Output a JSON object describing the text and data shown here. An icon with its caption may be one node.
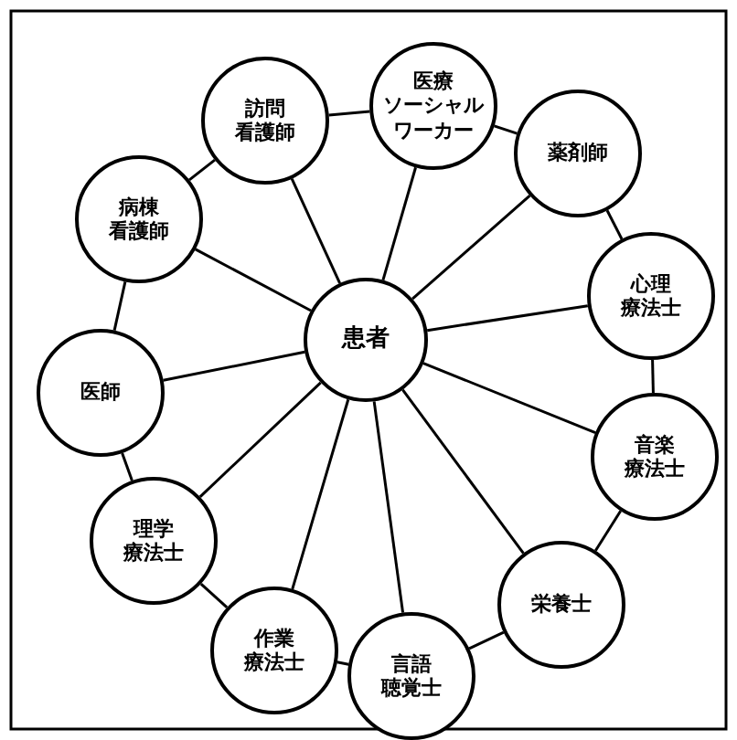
{
  "diagram": {
    "nodes": [
      {
        "text": [
          "患者"
        ]
      },
      {
        "text": [
          "訪問看護師"
        ]
      },
      {
        "text": [
          "医療ソーシャルワーカー"
        ]
      },
      {
        "text": [
          "薬剤師"
        ]
      },
      {
        "text": [
          "心理療法士"
        ]
      },
      {
        "text": [
          "音楽療法士"
        ]
      },
      {
        "text": [
          "栄養士"
        ]
      },
      {
        "text": [
          "言語聴覚士"
        ]
      },
      {
        "text": [
          "作業療法士"
        ]
      },
      {
        "text": [
          "理学療法士"
        ]
      },
      {
        "text": [
          "医師"
        ]
      },
      {
        "text": [
          "病棟看護師"
        ]
      }
    ],
    "edges": [
      {
        "from": 0,
        "to": 1,
        "arrow": "none"
      },
      {
        "from": 0,
        "to": 2,
        "arrow": "none"
      },
      {
        "from": 0,
        "to": 3,
        "arrow": "none"
      },
      {
        "from": 0,
        "to": 4,
        "arrow": "none"
      },
      {
        "from": 0,
        "to": 5,
        "arrow": "none"
      },
      {
        "from": 0,
        "to": 6,
        "arrow": "none"
      },
      {
        "from": 0,
        "to": 7,
        "arrow": "none"
      },
      {
        "from": 0,
        "to": 8,
        "arrow": "none"
      },
      {
        "from": 0,
        "to": 9,
        "arrow": "none"
      },
      {
        "from": 0,
        "to": 10,
        "arrow": "none"
      },
      {
        "from": 0,
        "to": 11,
        "arrow": "none"
      },
      {
        "from": 1,
        "to": 2,
        "arrow": "none"
      },
      {
        "from": 2,
        "to": 3,
        "arrow": "none"
      },
      {
        "from": 3,
        "to": 4,
        "arrow": "none"
      },
      {
        "from": 4,
        "to": 5,
        "arrow": "none"
      },
      {
        "from": 5,
        "to": 6,
        "arrow": "none"
      },
      {
        "from": 6,
        "to": 7,
        "arrow": "none"
      },
      {
        "from": 7,
        "to": 8,
        "arrow": "none"
      },
      {
        "from": 8,
        "to": 9,
        "arrow": "none"
      },
      {
        "from": 9,
        "to": 10,
        "arrow": "none"
      },
      {
        "from": 10,
        "to": 11,
        "arrow": "none"
      },
      {
        "from": 11,
        "to": 1,
        "arrow": "none"
      }
    ]
  }
}
